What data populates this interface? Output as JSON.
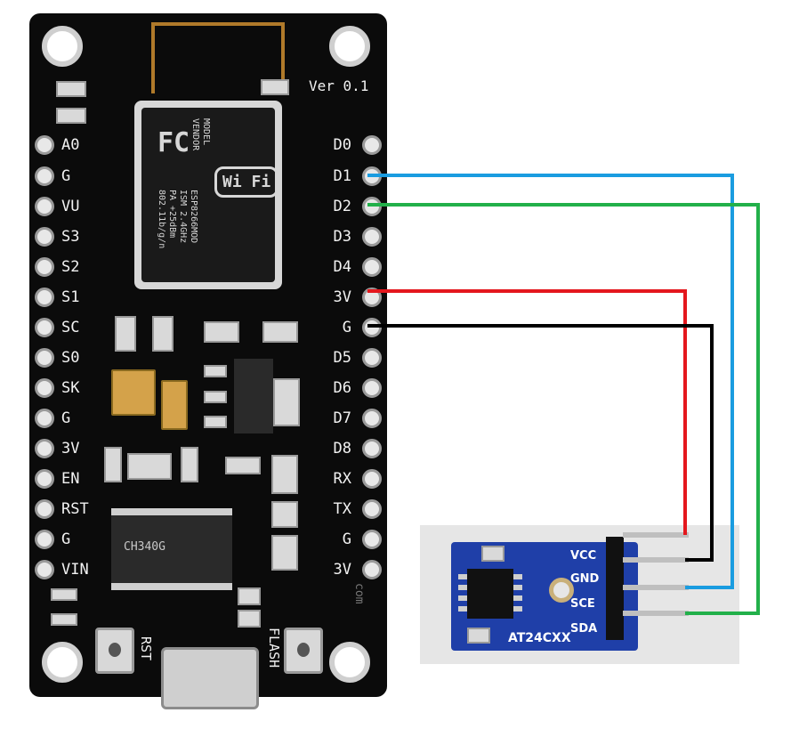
{
  "board": {
    "version_label": "Ver 0.1",
    "left_pins": [
      "A0",
      "G",
      "VU",
      "S3",
      "S2",
      "S1",
      "SC",
      "S0",
      "SK",
      "G",
      "3V",
      "EN",
      "RST",
      "G",
      "VIN"
    ],
    "right_pins": [
      "D0",
      "D1",
      "D2",
      "D3",
      "D4",
      "3V",
      "G",
      "D5",
      "D6",
      "D7",
      "D8",
      "RX",
      "TX",
      "G",
      "3V"
    ],
    "wifi_module_text": [
      "MODEL",
      "VENDOR",
      "ESP8266MOD",
      "ISM 2.4GHz",
      "PA +25dBm",
      "802.11b/g/n"
    ],
    "fc_mark": "FC",
    "wifi_badge": "Wi Fi",
    "usb_chip_label": "CH340G",
    "rst_button_label": "RST",
    "flash_button_label": "FLASH",
    "side_text": "com"
  },
  "eeprom_module": {
    "pins": [
      "VCC",
      "GND",
      "SCE",
      "SDA"
    ],
    "title": "AT24CXX"
  },
  "wires": [
    {
      "from": "3V",
      "to": "VCC",
      "color": "#e4171d"
    },
    {
      "from": "G",
      "to": "GND",
      "color": "#000000"
    },
    {
      "from": "D1",
      "to": "SCE",
      "color": "#1a9ce0"
    },
    {
      "from": "D2",
      "to": "SDA",
      "color": "#22b04a"
    }
  ]
}
